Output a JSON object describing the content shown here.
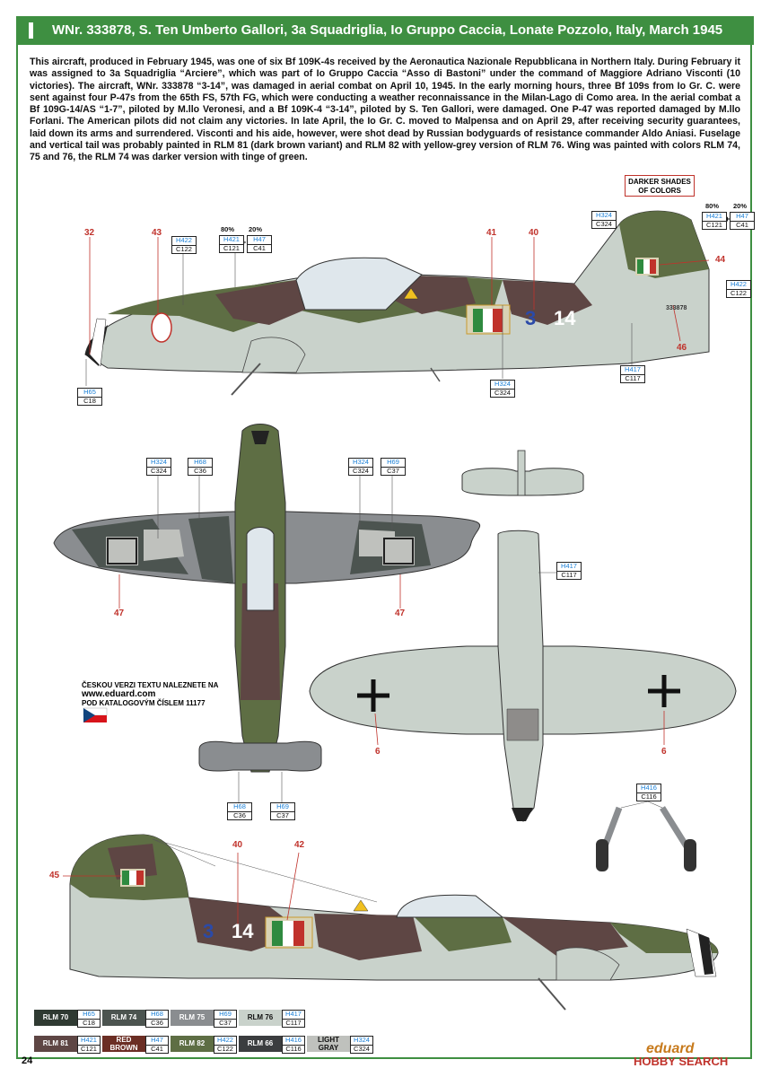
{
  "header": {
    "title": "WNr. 333878, S. Ten Umberto Gallori, 3a Squadriglia, Io Gruppo Caccia, Lonate Pozzolo, Italy, March 1945"
  },
  "description": "This aircraft, produced in February 1945, was one of six Bf 109K-4s received by the Aeronautica Nazionale Repubblicana in Northern Italy. During February it was assigned to 3a Squadriglia “Arciere”, which was part of Io Gruppo Caccia “Asso di Bastoni” under the command of Maggiore Adriano Visconti (10 victories). The aircraft, WNr. 333878 “3-14”, was damaged in aerial combat on April 10, 1945. In the early morning hours, three Bf 109s from Io Gr. C. were sent against four P-47s from the 65th FS, 57th FG, which were conducting a weather reconnaissance in the Milan-Lago di Como area. In the aerial combat a Bf 109G-14/AS “1-7”, piloted by M.llo Veronesi, and a Bf 109K-4 “3-14”, piloted by S. Ten Gallori, were damaged. One P-47 was reported damaged by M.llo Forlani. The American pilots did not claim any victories. In late April, the Io Gr. C. moved to Malpensa and on April 29, after receiving security guarantees, laid down its arms and surrendered. Visconti and his aide, however, were shot dead by Russian bodyguards of resistance commander Aldo Aniasi. Fuselage and vertical tail was probably painted in RLM 81 (dark brown variant) and RLM 82 with yellow-grey version of RLM 76. Wing was painted with colors RLM 74, 75 and 76, the RLM 74 was darker version with tinge of green.",
  "darker_note": "DARKER SHADES OF COLORS",
  "codes": {
    "h65": "H65",
    "c18": "C18",
    "h422": "H422",
    "c122": "C122",
    "h421": "H421",
    "c121": "C121",
    "h47": "H47",
    "c41": "C41",
    "h324": "H324",
    "c324": "C324",
    "h417": "H417",
    "c117": "C117",
    "h68": "H68",
    "c36": "C36",
    "h69": "H69",
    "c37": "C37",
    "h416": "H416",
    "c116": "C116"
  },
  "percent": {
    "p80": "80%",
    "p20": "20%",
    "plus": "+"
  },
  "callouts": {
    "n32": "32",
    "n43": "43",
    "n41": "41",
    "n40": "40",
    "n44": "44",
    "n46": "46",
    "n47": "47",
    "n6": "6",
    "n45": "45",
    "n42": "42"
  },
  "markings": {
    "squadron_code_left": "3",
    "squadron_code_right": "14",
    "serial": "333878"
  },
  "czech": {
    "line1": "ČESKOU VERZI TEXTU NALEZNETE NA",
    "url": "www.eduard.com",
    "line3": "POD KATALOGOVÝM ČÍSLEM 11177"
  },
  "legend": [
    {
      "name": "RLM 70",
      "h": "H65",
      "c": "C18",
      "color": "#2f3a32"
    },
    {
      "name": "RLM 74",
      "h": "H68",
      "c": "C36",
      "color": "#4c5450"
    },
    {
      "name": "RLM 75",
      "h": "H69",
      "c": "C37",
      "color": "#8a8d90"
    },
    {
      "name": "RLM 76",
      "h": "H417",
      "c": "C117",
      "color": "#c9d2cb"
    },
    {
      "name": "RLM 81",
      "h": "H421",
      "c": "C121",
      "color": "#5e4644"
    },
    {
      "name": "RED BROWN",
      "h": "H47",
      "c": "C41",
      "color": "#6b2e24"
    },
    {
      "name": "RLM 82",
      "h": "H422",
      "c": "C122",
      "color": "#5e6e44"
    },
    {
      "name": "RLM 66",
      "h": "H416",
      "c": "C116",
      "color": "#3b3d3f"
    },
    {
      "name": "LIGHT GRAY",
      "h": "H324",
      "c": "C324",
      "color": "#bfc1bd"
    }
  ],
  "footer": {
    "page": "24",
    "brand": "eduard",
    "watermark": "HOBBY SEARCH"
  }
}
